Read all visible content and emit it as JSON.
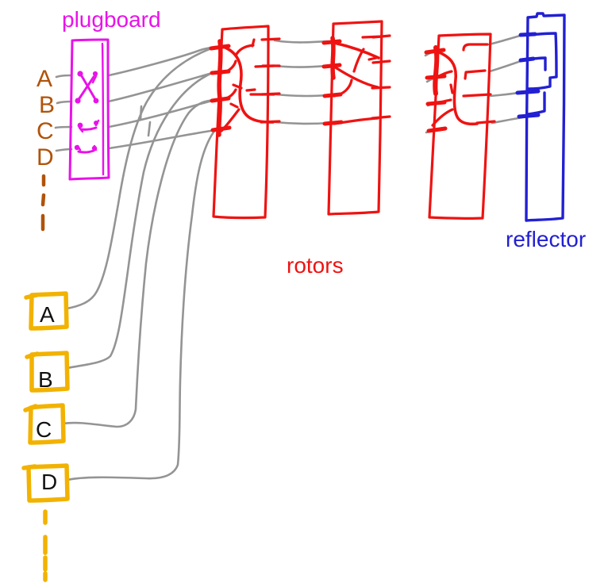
{
  "labels": {
    "plugboard": "plugboard",
    "rotors": "rotors",
    "reflector": "reflector"
  },
  "plugboard": {
    "letters": [
      "A",
      "B",
      "C",
      "D"
    ]
  },
  "keys": {
    "letters": [
      "A",
      "B",
      "C",
      "D"
    ]
  },
  "colors": {
    "magenta": "#e912e9",
    "red": "#ee1312",
    "blue": "#2220d2",
    "gray": "#949494",
    "orange": "#f2b200",
    "brown": "#b05309",
    "black": "#111111"
  }
}
